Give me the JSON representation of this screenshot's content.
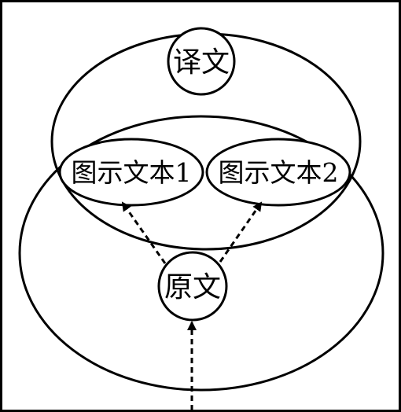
{
  "diagram": {
    "nodes": {
      "translation": "译文",
      "illustrative_text_1": "图示文本1",
      "illustrative_text_2": "图示文本2",
      "original_text": "原文"
    },
    "edges": [
      {
        "from": "original_text",
        "to": "illustrative_text_1",
        "style": "dashed-arrow"
      },
      {
        "from": "original_text",
        "to": "illustrative_text_2",
        "style": "dashed-arrow"
      },
      {
        "from": "below",
        "to": "original_text",
        "style": "dashed-arrow"
      }
    ],
    "colors": {
      "stroke": "#000000",
      "background": "#ffffff"
    }
  }
}
